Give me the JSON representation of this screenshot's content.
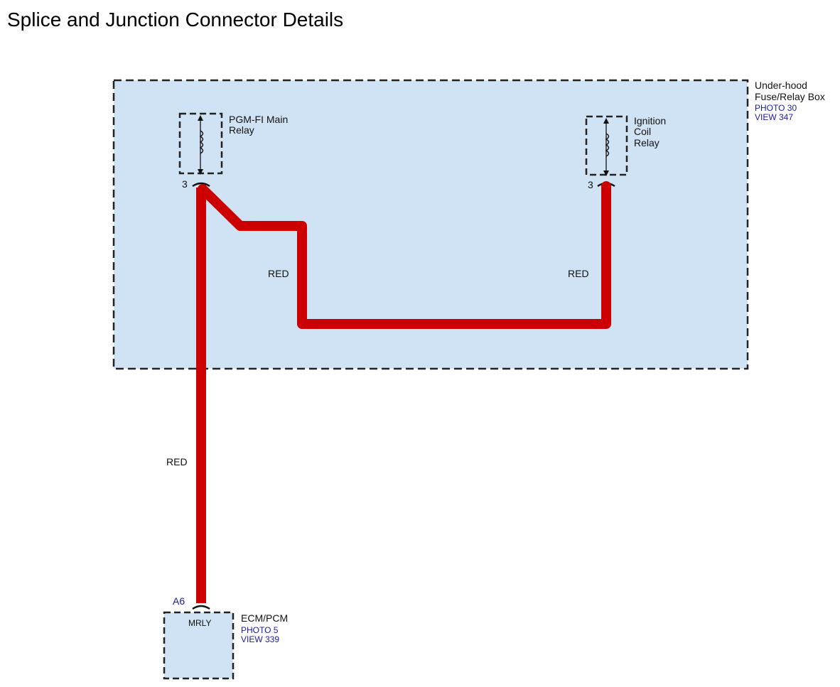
{
  "title": "Splice and Junction Connector Details",
  "colors": {
    "box_fill": "#d0e3f4",
    "wire": "#cc0000",
    "ref_text": "#1a1aaa",
    "dash": "#222222"
  },
  "fuse_box": {
    "name_line1": "Under-hood",
    "name_line2": "Fuse/Relay Box",
    "photo": "PHOTO 30",
    "view": "VIEW 347"
  },
  "pgm_relay": {
    "label_line1": "PGM-FI Main",
    "label_line2": "Relay",
    "pin": "3"
  },
  "ignition_relay": {
    "label_line1": "Ignition",
    "label_line2": "Coil",
    "label_line3": "Relay",
    "pin": "3"
  },
  "wires": {
    "pgm_to_ignition_left": "RED",
    "pgm_to_ignition_right": "RED",
    "pgm_to_ecm": "RED"
  },
  "ecm": {
    "name": "ECM/PCM",
    "photo": "PHOTO 5",
    "view": "VIEW 339",
    "pin": "A6",
    "terminal": "MRLY"
  }
}
